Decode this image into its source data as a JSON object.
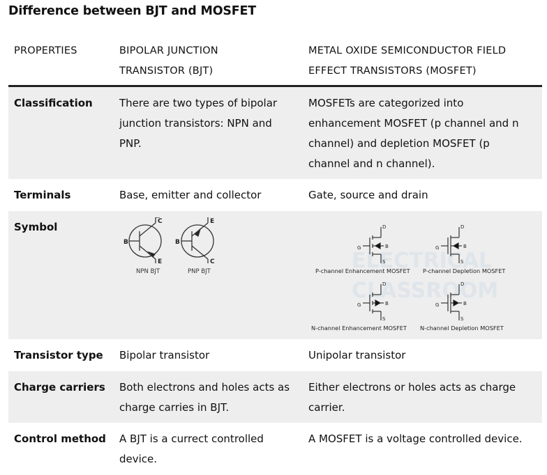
{
  "title": "Difference between BJT and MOSFET",
  "headers": {
    "properties": "PROPERTIES",
    "bjt_line1": "BIPOLAR JUNCTION",
    "bjt_line2": "TRANSISTOR (BJT)",
    "mosfet_line1": "METAL OXIDE SEMICONDUCTOR FIELD",
    "mosfet_line2": "EFFECT TRANSISTORS (MOSFET)"
  },
  "rows": {
    "classification": {
      "property": "Classification",
      "bjt_lines": [
        "There are two types of bipolar",
        "junction transistors: NPN and",
        "PNP."
      ],
      "mosfet_lines": [
        "MOSFETs are categorized into",
        "enhancement MOSFET (p channel and n",
        "channel) and depletion MOSFET (p",
        "channel and n channel)."
      ]
    },
    "terminals": {
      "property": "Terminals",
      "bjt": "Base, emitter and collector",
      "mosfet": "Gate, source and drain"
    },
    "symbol": {
      "property": "Symbol",
      "bjt_symbols": {
        "npn_label": "NPN BJT",
        "pnp_label": "PNP BJT",
        "pin_b": "B",
        "pin_c": "C",
        "pin_e": "E"
      },
      "mosfet_symbols": {
        "p_enh": "P-channel Enhancement MOSFET",
        "p_dep": "P-channel Depletion MOSFET",
        "n_enh": "N-channel Enhancement MOSFET",
        "n_dep": "N-channel Depletion MOSFET",
        "pin_d": "D",
        "pin_g": "G",
        "pin_s": "S",
        "pin_b": "B",
        "watermark_line1": "ELECTRICAL",
        "watermark_line2": "CLASSROOM"
      }
    },
    "transistor_type": {
      "property": "Transistor type",
      "bjt": "Bipolar transistor",
      "mosfet": "Unipolar transistor"
    },
    "charge_carriers": {
      "property": "Charge carriers",
      "bjt_lines": [
        "Both electrons and holes acts as",
        "charge carries in BJT."
      ],
      "mosfet_lines": [
        "Either electrons or holes acts as charge",
        "carrier."
      ]
    },
    "control_method": {
      "property": "Control method",
      "bjt_lines": [
        "A BJT is a currect controlled",
        "device."
      ],
      "mosfet": "A MOSFET is a voltage controlled device."
    }
  }
}
